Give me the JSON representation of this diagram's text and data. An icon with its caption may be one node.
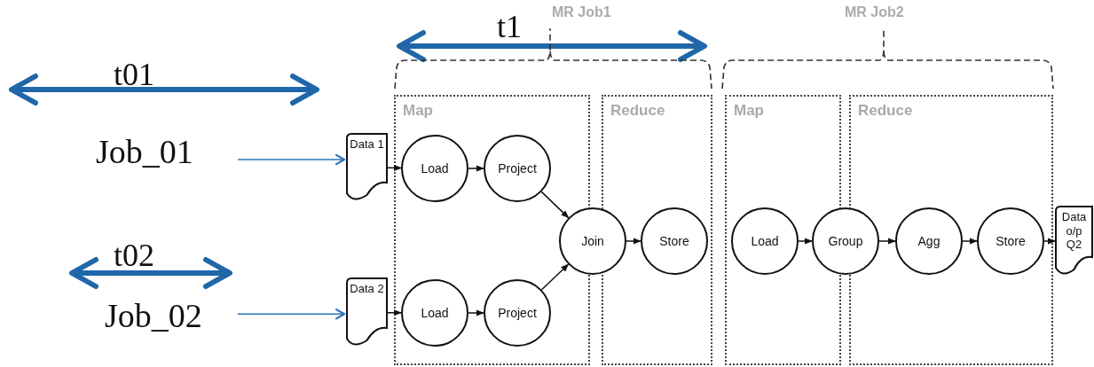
{
  "diagram": {
    "nodes": [
      {
        "text": [
          "Job_01"
        ]
      },
      {
        "text": [
          "Job_02"
        ]
      },
      {
        "text": [
          "Data 1"
        ]
      },
      {
        "text": [
          "Data 2"
        ]
      },
      {
        "text": [
          "Map"
        ]
      },
      {
        "text": [
          "Load"
        ],
        "in": 4
      },
      {
        "text": [
          "Project"
        ],
        "in": 4
      },
      {
        "text": [
          "Load"
        ],
        "in": 4
      },
      {
        "text": [
          "Project"
        ],
        "in": 4
      },
      {
        "text": [
          "Reduce"
        ]
      },
      {
        "text": [
          "Join"
        ]
      },
      {
        "text": [
          "Store"
        ],
        "in": 9
      },
      {
        "text": [
          "Map"
        ]
      },
      {
        "text": [
          "Load"
        ],
        "in": 12
      },
      {
        "text": [
          "Reduce"
        ]
      },
      {
        "text": [
          "Group"
        ]
      },
      {
        "text": [
          "Agg"
        ],
        "in": 14
      },
      {
        "text": [
          "Store"
        ],
        "in": 14
      },
      {
        "text": [
          "Data o/p Q2"
        ]
      }
    ],
    "edges": [
      {
        "from": 0,
        "to": 2,
        "arrow": "to",
        "color": "#2e75b6"
      },
      {
        "from": 1,
        "to": 3,
        "arrow": "to",
        "color": "#2e75b6"
      },
      {
        "from": 2,
        "to": 5,
        "arrow": "to"
      },
      {
        "from": 5,
        "to": 6,
        "arrow": "to"
      },
      {
        "from": 6,
        "to": 10,
        "arrow": "to"
      },
      {
        "from": 3,
        "to": 7,
        "arrow": "to"
      },
      {
        "from": 7,
        "to": 8,
        "arrow": "to"
      },
      {
        "from": 8,
        "to": 10,
        "arrow": "to"
      },
      {
        "from": 10,
        "to": 11,
        "arrow": "to"
      },
      {
        "from": 13,
        "to": 15,
        "arrow": "to"
      },
      {
        "from": 15,
        "to": 16,
        "arrow": "to"
      },
      {
        "from": 16,
        "to": 17,
        "arrow": "to"
      },
      {
        "from": 17,
        "to": 18,
        "arrow": "to"
      }
    ],
    "labels": [
      "MR Job1",
      "MR Job2",
      "t1",
      "t01",
      "t02"
    ]
  }
}
